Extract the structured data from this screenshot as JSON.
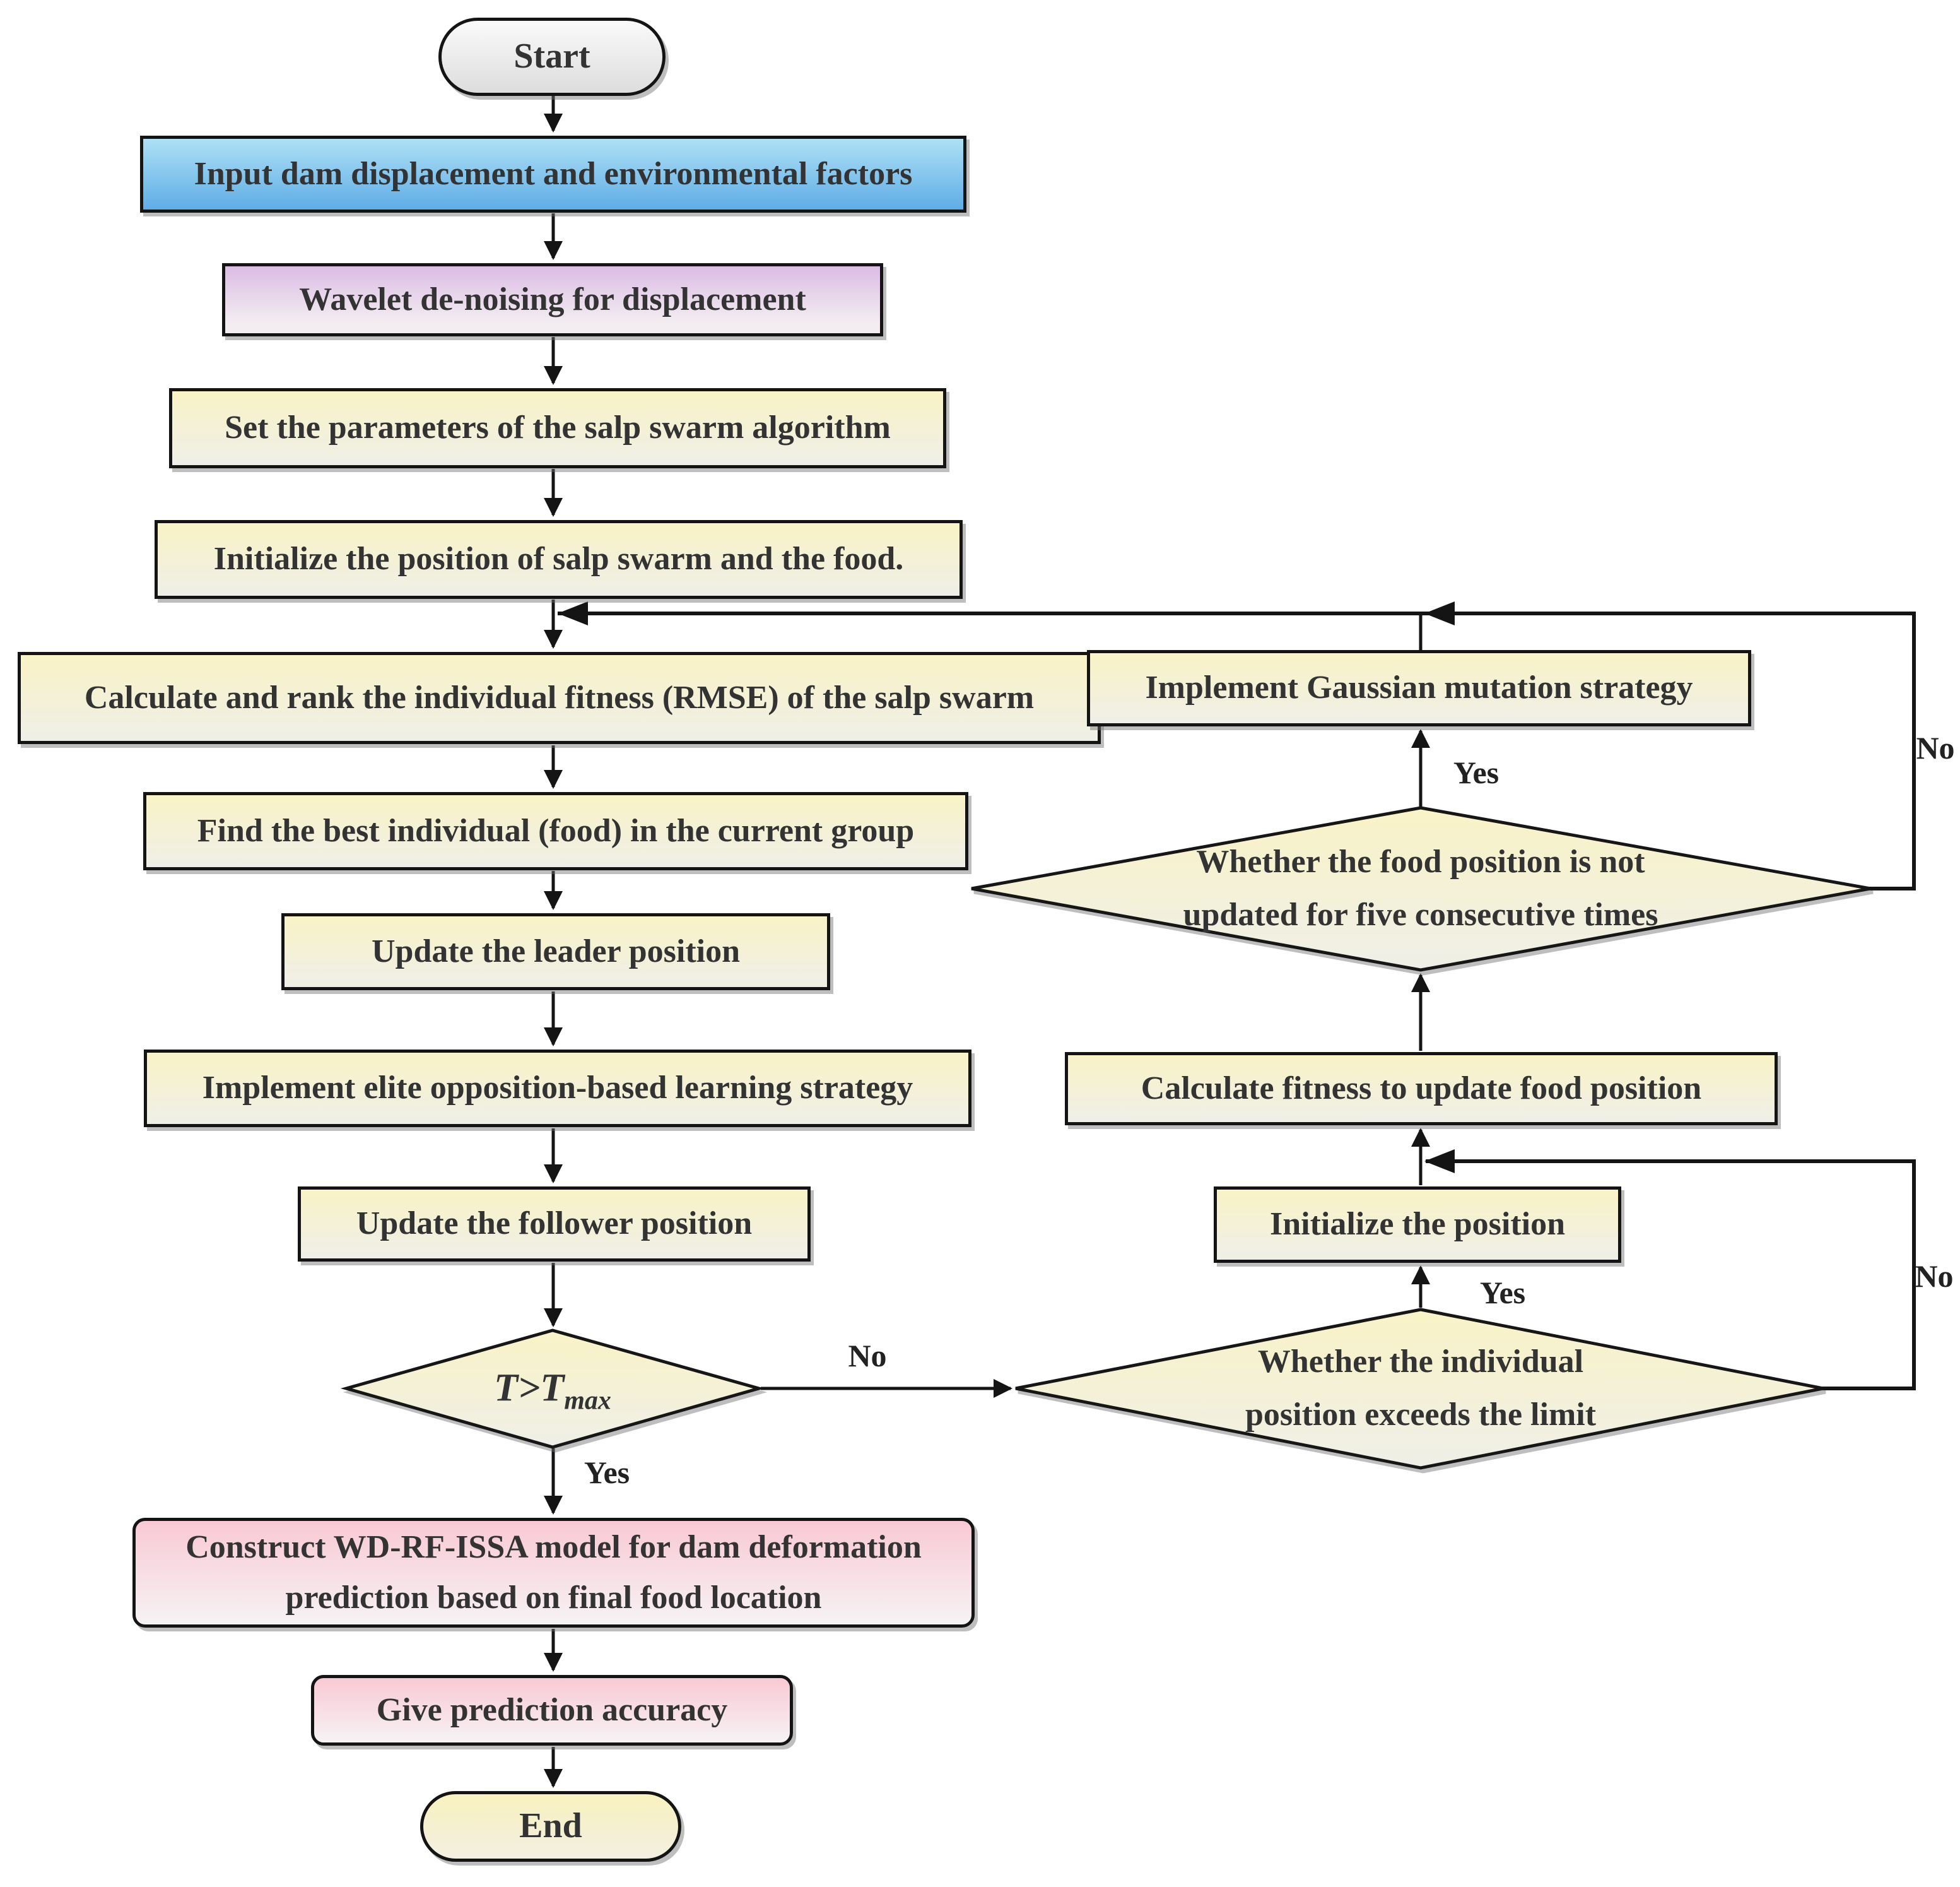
{
  "nodes": {
    "start": {
      "label": "Start"
    },
    "input": {
      "label": "Input dam displacement and environmental factors"
    },
    "wavelet": {
      "label": "Wavelet de-noising for displacement"
    },
    "set_params": {
      "label": "Set the parameters of the salp swarm  algorithm"
    },
    "init_swarm": {
      "label": "Initialize the position of salp swarm and the food."
    },
    "calc_rank": {
      "label": "Calculate and rank the individual fitness (RMSE) of the salp swarm"
    },
    "gaussian": {
      "label": "Implement Gaussian mutation strategy"
    },
    "find_best": {
      "label": "Find the best individual (food) in the current group"
    },
    "food_diamond": {
      "line1": "Whether the food position is not",
      "line2": "updated for five consecutive times"
    },
    "update_leader": {
      "label": "Update the leader position"
    },
    "elite": {
      "label": "Implement elite opposition-based learning strategy"
    },
    "calc_fitness": {
      "label": "Calculate fitness to update food position"
    },
    "update_follower": {
      "label": "Update the follower position"
    },
    "init_position": {
      "label": "Initialize the position"
    },
    "t_diamond": {
      "label_main": "T>T",
      "label_sub": "max"
    },
    "individual_diamond": {
      "line1": "Whether the individual",
      "line2": "position exceeds the limit"
    },
    "construct": {
      "line1": "Construct WD-RF-ISSA model for dam deformation",
      "line2": "prediction based on final food location"
    },
    "accuracy": {
      "label": "Give prediction accuracy"
    },
    "end": {
      "label": "End"
    }
  },
  "edge_labels": {
    "food_yes": "Yes",
    "food_no": "No",
    "individual_yes": "Yes",
    "individual_no": "No",
    "t_yes": "Yes",
    "t_no": "No"
  },
  "colors": {
    "blue_top": "#AEE0F5",
    "blue_bottom": "#5FADE6",
    "purple_top": "#DCBCE5",
    "purple_bottom": "#F3EDF1",
    "yellow_top": "#F9F3C6",
    "yellow_bottom": "#EFEFE8",
    "pink_top": "#F9C9D5",
    "pink_bottom": "#F6F3F4",
    "gray_top": "#FAFAFA",
    "gray_bottom": "#DDDDDD",
    "end_top": "#F8F1BE",
    "end_bottom": "#F3F0E2",
    "line": "#141414",
    "text": "#333333"
  }
}
